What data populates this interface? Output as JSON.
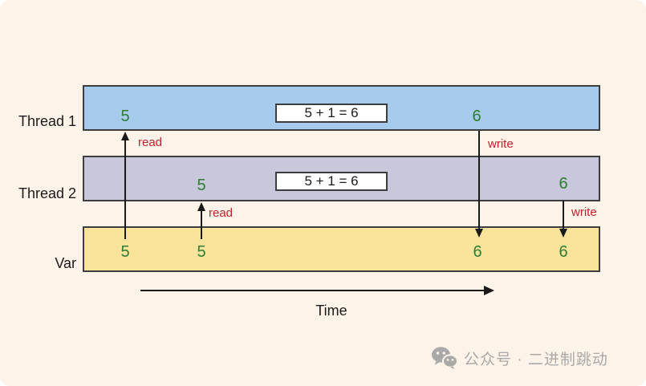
{
  "colors": {
    "background": "#FDF3E8",
    "thread1_fill": "#A7CBEC",
    "thread2_fill": "#C8C7DB",
    "var_fill": "#FAE49B",
    "value_green": "#2E7D32",
    "action_red": "#C2202F",
    "border_dark": "#3d3d3d",
    "watermark_gray": "#A9A9A9"
  },
  "rows": {
    "thread1": {
      "label": "Thread 1",
      "value_left": "5",
      "op": "5 + 1 = 6",
      "value_right": "6"
    },
    "thread2": {
      "label": "Thread 2",
      "value_left": "5",
      "op": "5 + 1 = 6",
      "value_right": "6"
    },
    "var": {
      "label": "Var",
      "values": {
        "v1": "5",
        "v2": "5",
        "v3": "6",
        "v4": "6"
      }
    }
  },
  "arrows": {
    "thread1_read": "read",
    "thread2_read": "read",
    "thread1_write": "write",
    "thread2_write": "write"
  },
  "time_axis": {
    "label": "Time"
  },
  "watermark": {
    "text": "公众号 · 二进制跳动"
  }
}
